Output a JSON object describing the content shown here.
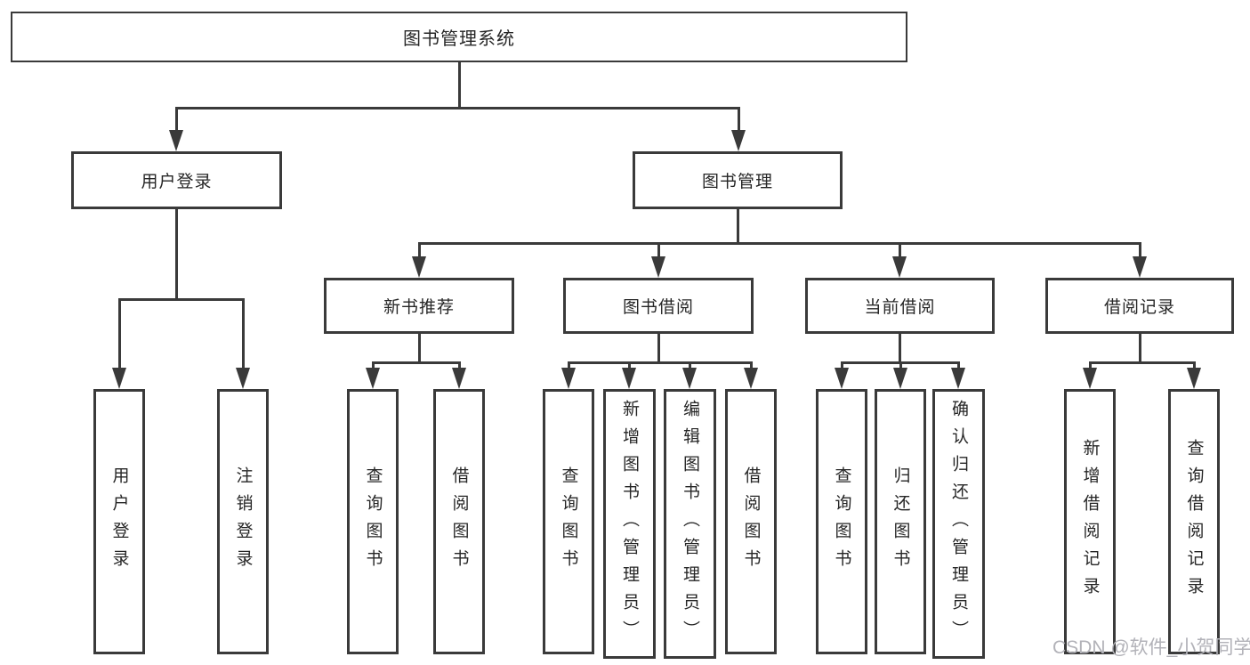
{
  "diagram": {
    "title": "图书管理系统",
    "branches": {
      "user_login": {
        "label": "用户登录",
        "children": [
          {
            "label": "用户登录"
          },
          {
            "label": "注销登录"
          }
        ]
      },
      "book_management": {
        "label": "图书管理",
        "sections": [
          {
            "label": "新书推荐",
            "children": [
              {
                "label": "查询图书"
              },
              {
                "label": "借阅图书"
              }
            ]
          },
          {
            "label": "图书借阅",
            "children": [
              {
                "label": "查询图书"
              },
              {
                "label": "新增图书（管理员）"
              },
              {
                "label": "编辑图书（管理员）"
              },
              {
                "label": "借阅图书"
              }
            ]
          },
          {
            "label": "当前借阅",
            "children": [
              {
                "label": "查询图书"
              },
              {
                "label": "归还图书"
              },
              {
                "label": "确认归还（管理员）"
              }
            ]
          },
          {
            "label": "借阅记录",
            "children": [
              {
                "label": "新增借阅记录"
              },
              {
                "label": "查询借阅记录"
              }
            ]
          }
        ]
      }
    }
  },
  "watermark": "CSDN @软件_小贺同学",
  "colors": {
    "line": "#3a3a3a",
    "node_border": "#3a3a3a",
    "text": "#262626",
    "watermark": "#b2b2b8",
    "background": "#ffffff"
  }
}
